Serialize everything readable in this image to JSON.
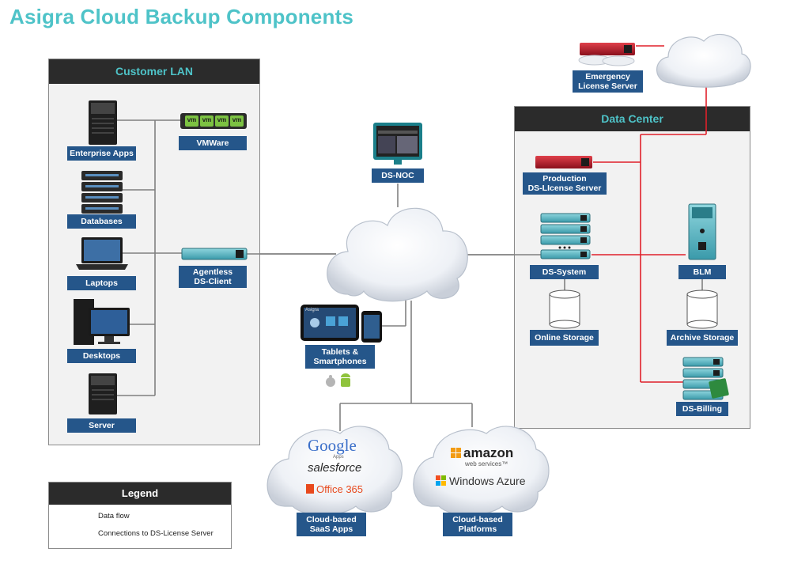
{
  "title": "Asigra Cloud Backup Components",
  "customer_lan": {
    "heading": "Customer LAN",
    "items": {
      "enterprise_apps": "Enterprise Apps",
      "databases": "Databases",
      "laptops": "Laptops",
      "desktops": "Desktops",
      "server": "Server",
      "vmware": "VMWare",
      "vm_badge": "vm",
      "agentless": "Agentless\nDS-Client"
    }
  },
  "center": {
    "ds_noc": "DS-NOC",
    "tablets": "Tablets &\nSmartphones",
    "tablet_brand": "Asigra"
  },
  "data_center": {
    "heading": "Data Center",
    "production": "Production\nDS-LIcense Server",
    "ds_system": "DS-System",
    "online_storage": "Online Storage",
    "blm": "BLM",
    "archive_storage": "Archive Storage",
    "ds_billing": "DS-Billing"
  },
  "emergency": "Emergency\nLicense Server",
  "clouds": {
    "saas": {
      "label": "Cloud-based\nSaaS Apps",
      "google": "Google",
      "google_sub": "Apps",
      "salesforce": "salesforce",
      "office": "Office 365"
    },
    "platforms": {
      "label": "Cloud-based\nPlatforms",
      "amazon": "amazon",
      "amazon_sub": "web services™",
      "azure": "Windows Azure"
    }
  },
  "legend": {
    "heading": "Legend",
    "data_flow": "Data flow",
    "license": "Connections to DS-License Server",
    "data_flow_color": "#808080",
    "license_color": "#e0202a"
  },
  "colors": {
    "title": "#4ec3c8",
    "label_bg": "#25568a",
    "panel_head": "#2b2b2b",
    "server_red": "#b0182a",
    "server_teal": "#4fb5c4"
  }
}
